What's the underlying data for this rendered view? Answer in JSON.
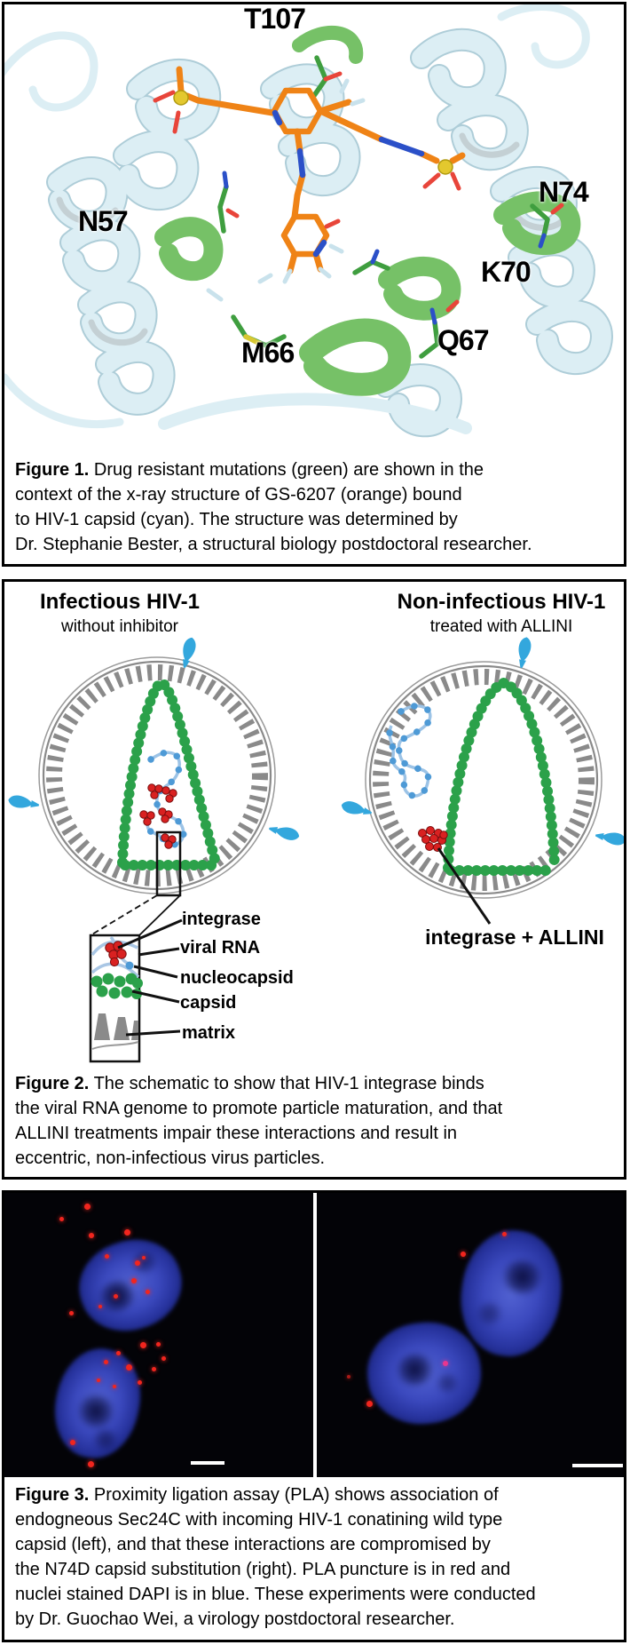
{
  "figure1": {
    "residue_labels": {
      "t107": "T107",
      "n74": "N74",
      "n57": "N57",
      "k70": "K70",
      "q67": "Q67",
      "m66": "M66"
    },
    "caption": {
      "tag": "Figure 1.",
      "lines": [
        "Drug resistant mutations (green) are shown in the",
        "context of the x-ray structure of GS-6207 (orange) bound",
        "to HIV-1 capsid (cyan). The structure was determined by",
        "Dr. Stephanie Bester, a structural biology postdoctoral researcher."
      ]
    },
    "palette": {
      "capsid_ribbon_cyan": "#dceef4",
      "mutation_green": "#76c167",
      "ligand_orange": "#ef8316",
      "oxygen_red": "#e8453a",
      "nitrogen_blue": "#2b50c8",
      "sulfur_yellow": "#e3c82e"
    }
  },
  "figure2": {
    "left_column": {
      "title": "Infectious HIV-1",
      "subtitle": "without inhibitor"
    },
    "right_column": {
      "title": "Non-infectious HIV-1",
      "subtitle": "treated with ALLINI"
    },
    "component_labels": [
      "integrase",
      "viral RNA",
      "nucleocapsid",
      "capsid",
      "matrix"
    ],
    "allini_label": "integrase + ALLINI",
    "caption": {
      "tag": "Figure 2.",
      "lines": [
        "The schematic to show that HIV-1 integrase binds",
        "the viral RNA genome to promote particle maturation, and that",
        "ALLINI treatments impair these interactions and result in",
        "eccentric, non-infectious virus particles."
      ]
    },
    "palette": {
      "capsid_green": "#2ba14a",
      "matrix_gray": "#8a8a8a",
      "env_blue": "#33a7dd",
      "rna_blue": "#9cc3e6",
      "integrase_red": "#d92121"
    }
  },
  "figure3": {
    "caption": {
      "tag": "Figure 3.",
      "lines": [
        "Proximity ligation assay (PLA) shows association of",
        "endogneous Sec24C with incoming HIV-1 conatining wild type",
        "capsid (left), and that these interactions are compromised by",
        "the N74D capsid substitution (right). PLA puncture is in red and",
        "nuclei stained DAPI is in blue. These experiments were conducted",
        "by Dr. Guochao Wei, a virology postdoctoral researcher."
      ]
    },
    "palette": {
      "nuclei_dapi_blue": "#3b49be",
      "pla_red": "#f1251e",
      "background_black": "#030307"
    }
  }
}
